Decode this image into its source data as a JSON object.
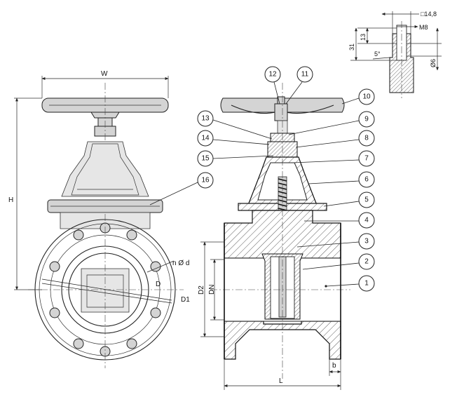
{
  "dimensions": {
    "W": "W",
    "H": "H",
    "D": "D",
    "D1": "D1",
    "D2": "D2",
    "DN": "DN",
    "L": "L",
    "b": "b",
    "bolts": "n Ø d",
    "square": "□14,8",
    "thread": "M8",
    "dim13": "13",
    "dim31": "31",
    "angle": "5°",
    "dia6": "Ø6"
  },
  "callouts": [
    "1",
    "2",
    "3",
    "4",
    "5",
    "6",
    "7",
    "8",
    "9",
    "10",
    "11",
    "12",
    "13",
    "14",
    "15",
    "16"
  ]
}
